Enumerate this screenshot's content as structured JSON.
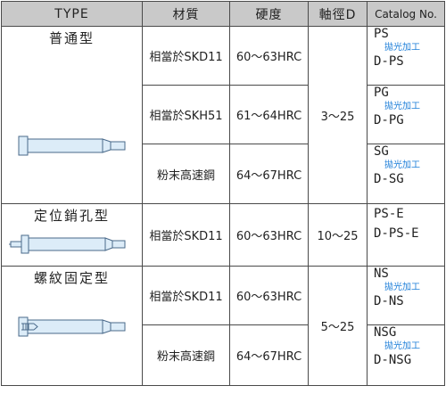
{
  "header": {
    "type": "TYPE",
    "material": "材質",
    "hardness": "硬度",
    "diameter": "軸徑D",
    "catalog": "Catalog No."
  },
  "groups": [
    {
      "type_name": "普通型",
      "diameter": "3～25",
      "rows": [
        {
          "material": "相當於SKD11",
          "hardness": "60～63HRC",
          "code": "PS",
          "polish": "拋光加工",
          "code2": "D-PS"
        },
        {
          "material": "相當於SKH51",
          "hardness": "61～64HRC",
          "code": "PG",
          "polish": "拋光加工",
          "code2": "D-PG"
        },
        {
          "material": "粉末高速鋼",
          "hardness": "64～67HRC",
          "code": "SG",
          "polish": "拋光加工",
          "code2": "D-SG"
        }
      ]
    },
    {
      "type_name": "定位銷孔型",
      "diameter": "10～25",
      "rows": [
        {
          "material": "相當於SKD11",
          "hardness": "60～63HRC",
          "code": "PS-E",
          "polish": "",
          "code2": "D-PS-E"
        }
      ]
    },
    {
      "type_name": "螺紋固定型",
      "diameter": "5～25",
      "rows": [
        {
          "material": "相當於SKD11",
          "hardness": "60～63HRC",
          "code": "NS",
          "polish": "拋光加工",
          "code2": "D-NS"
        },
        {
          "material": "粉末高速鋼",
          "hardness": "64～67HRC",
          "code": "NSG",
          "polish": "拋光加工",
          "code2": "D-NSG"
        }
      ]
    }
  ],
  "colors": {
    "header_bg": "#c9c9c9",
    "border": "#4a4a4a",
    "polish_text": "#1e7fd9",
    "pin_fill": "#dcecf8",
    "pin_stroke": "#4a6a8a"
  }
}
